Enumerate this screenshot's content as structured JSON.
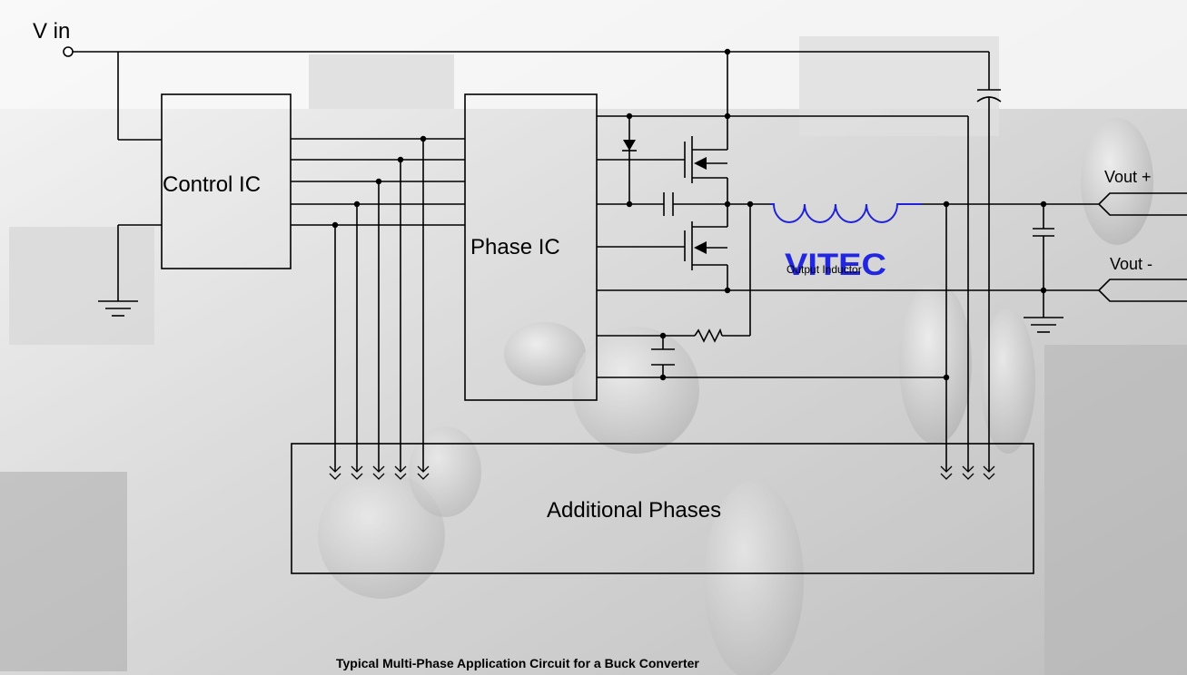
{
  "labels": {
    "vin": "V in",
    "control_ic": "Control IC",
    "phase_ic": "Phase IC",
    "vout_plus": "Vout +",
    "vout_minus": "Vout -",
    "brand": "VITEC",
    "inductor": "Output Inductor",
    "additional": "Additional  Phases",
    "caption": "Typical Multi-Phase Application Circuit for a  Buck Converter"
  },
  "colors": {
    "wire": "#000000",
    "inductor": "#1f22d6",
    "brand": "#2226e0",
    "background_tone": "#b9b9b9"
  }
}
